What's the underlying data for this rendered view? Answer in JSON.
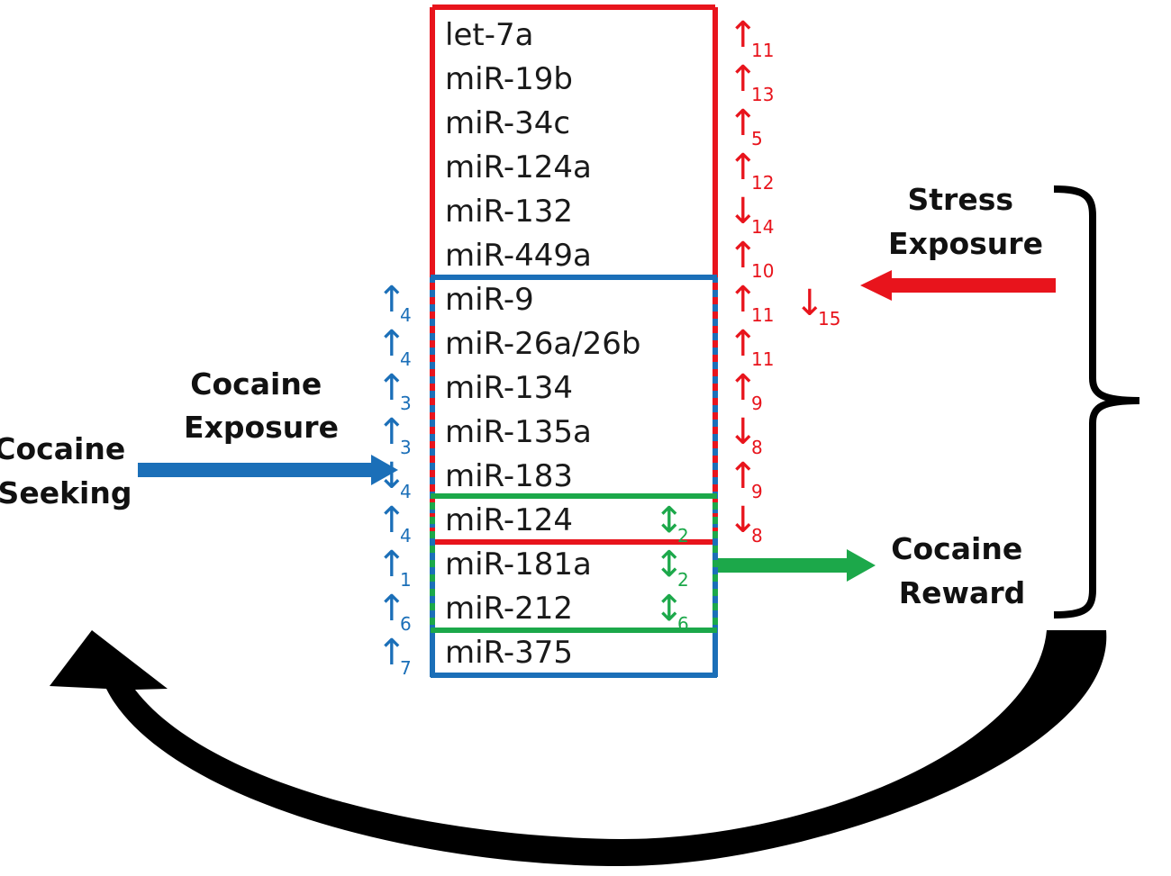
{
  "colors": {
    "stress": "#e8141c",
    "cocaine_exposure": "#1b6fb8",
    "cocaine_reward": "#1ca84a",
    "text": "#1a1a1a",
    "feedback_arrow": "#000000"
  },
  "labels": {
    "stress_exposure": [
      "Stress",
      "Exposure"
    ],
    "cocaine_exposure": [
      "Cocaine",
      "Exposure"
    ],
    "cocaine_seeking": [
      "Cocaine",
      "Seeking"
    ],
    "cocaine_reward": [
      "Cocaine",
      "Reward"
    ]
  },
  "mirnas": [
    {
      "name": "let-7a",
      "blue": null,
      "green": null,
      "red": [
        "↑",
        "11"
      ]
    },
    {
      "name": "miR-19b",
      "blue": null,
      "green": null,
      "red": [
        "↑",
        "13"
      ]
    },
    {
      "name": "miR-34c",
      "blue": null,
      "green": null,
      "red": [
        "↑",
        "5"
      ]
    },
    {
      "name": "miR-124a",
      "blue": null,
      "green": null,
      "red": [
        "↑",
        "12"
      ]
    },
    {
      "name": "miR-132",
      "blue": null,
      "green": null,
      "red": [
        "↓",
        "14"
      ]
    },
    {
      "name": "miR-449a",
      "blue": null,
      "green": null,
      "red": [
        "↑",
        "10"
      ]
    },
    {
      "name": "miR-9",
      "blue": [
        "↑",
        "4"
      ],
      "green": null,
      "red": [
        "↑",
        "11"
      ],
      "red2": [
        "↓",
        "15"
      ]
    },
    {
      "name": "miR-26a/26b",
      "blue": [
        "↑",
        "4"
      ],
      "green": null,
      "red": [
        "↑",
        "11"
      ]
    },
    {
      "name": "miR-134",
      "blue": [
        "↑",
        "3"
      ],
      "green": null,
      "red": [
        "↑",
        "9"
      ]
    },
    {
      "name": "miR-135a",
      "blue": [
        "↑",
        "3"
      ],
      "green": null,
      "red": [
        "↓",
        "8"
      ]
    },
    {
      "name": "miR-183",
      "blue": [
        "↓",
        "4"
      ],
      "green": null,
      "red": [
        "↑",
        "9"
      ]
    },
    {
      "name": "miR-124",
      "blue": [
        "↑",
        "4"
      ],
      "green": [
        "↕",
        "2"
      ],
      "red": [
        "↓",
        "8"
      ]
    },
    {
      "name": "miR-181a",
      "blue": [
        "↑",
        "1"
      ],
      "green": [
        "↕",
        "2"
      ],
      "red": null
    },
    {
      "name": "miR-212",
      "blue": [
        "↑",
        "6"
      ],
      "green": [
        "↕",
        "6"
      ],
      "red": null
    },
    {
      "name": "miR-375",
      "blue": [
        "↑",
        "7"
      ],
      "green": null,
      "red": null
    }
  ]
}
